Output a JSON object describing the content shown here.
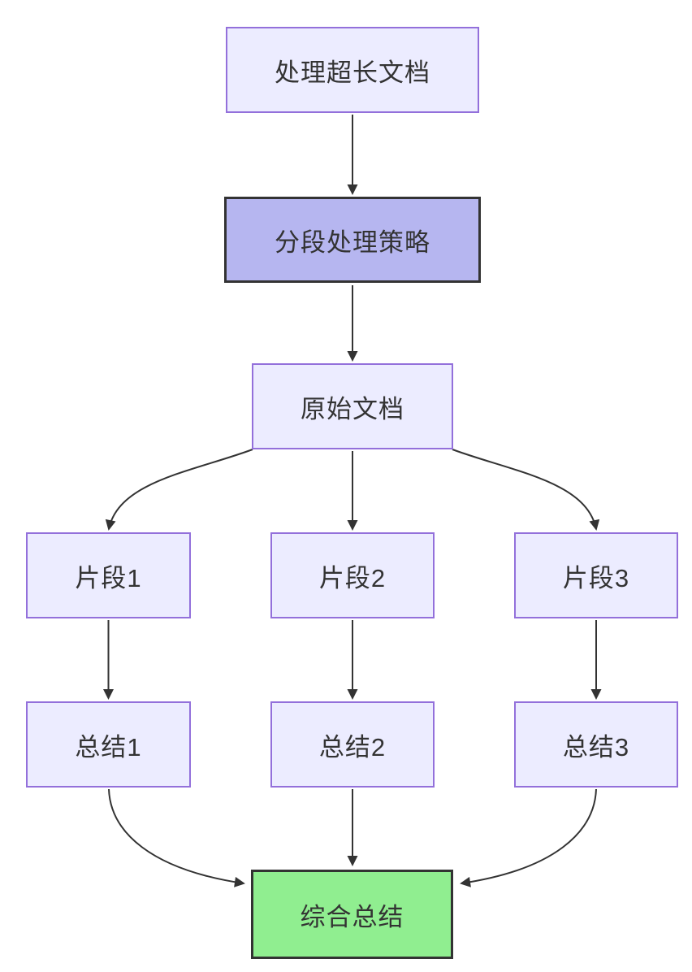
{
  "diagram_type": "flowchart",
  "direction": "top-down",
  "nodes": {
    "doc": {
      "label": "处理超长文档",
      "style": "default"
    },
    "strategy": {
      "label": "分段处理策略",
      "style": "emphasis"
    },
    "source": {
      "label": "原始文档",
      "style": "default"
    },
    "frag1": {
      "label": "片段1",
      "style": "default"
    },
    "frag2": {
      "label": "片段2",
      "style": "default"
    },
    "frag3": {
      "label": "片段3",
      "style": "default"
    },
    "sum1": {
      "label": "总结1",
      "style": "default"
    },
    "sum2": {
      "label": "总结2",
      "style": "default"
    },
    "sum3": {
      "label": "总结3",
      "style": "default"
    },
    "final": {
      "label": "综合总结",
      "style": "result"
    }
  },
  "edges": [
    {
      "from": "doc",
      "to": "strategy"
    },
    {
      "from": "strategy",
      "to": "source"
    },
    {
      "from": "source",
      "to": "frag1"
    },
    {
      "from": "source",
      "to": "frag2"
    },
    {
      "from": "source",
      "to": "frag3"
    },
    {
      "from": "frag1",
      "to": "sum1"
    },
    {
      "from": "frag2",
      "to": "sum2"
    },
    {
      "from": "frag3",
      "to": "sum3"
    },
    {
      "from": "sum1",
      "to": "final"
    },
    {
      "from": "sum2",
      "to": "final"
    },
    {
      "from": "sum3",
      "to": "final"
    }
  ],
  "colors": {
    "background": "#ffffff",
    "node_fill": "#ECECFF",
    "node_border": "#9370DB",
    "emphasis_fill": "#B6B6F0",
    "emphasis_border": "#333333",
    "result_fill": "#90EE90",
    "result_border": "#333333",
    "edge": "#333333",
    "text": "#333333"
  }
}
